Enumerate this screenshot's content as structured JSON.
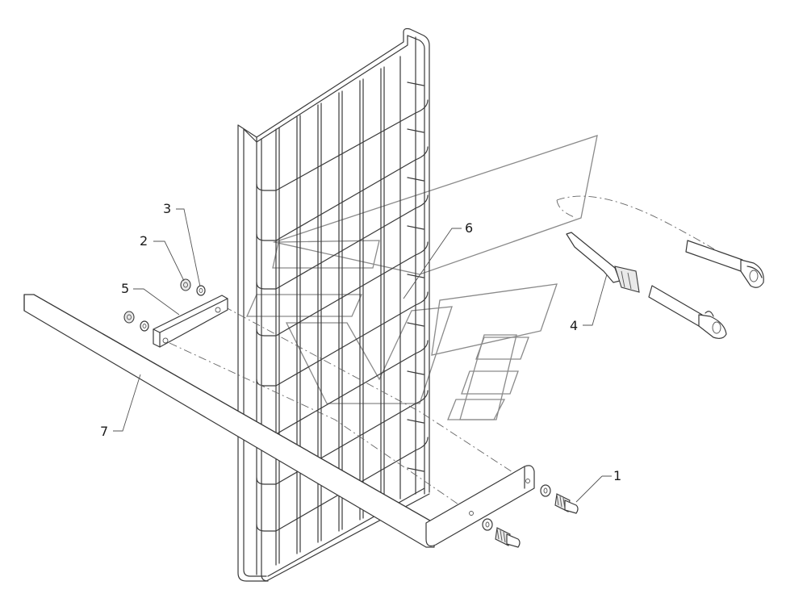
{
  "diagram": {
    "labels": {
      "p1": "1",
      "p2": "2",
      "p3": "3",
      "p4": "4",
      "p5": "5",
      "p6": "6",
      "p7": "7"
    }
  }
}
